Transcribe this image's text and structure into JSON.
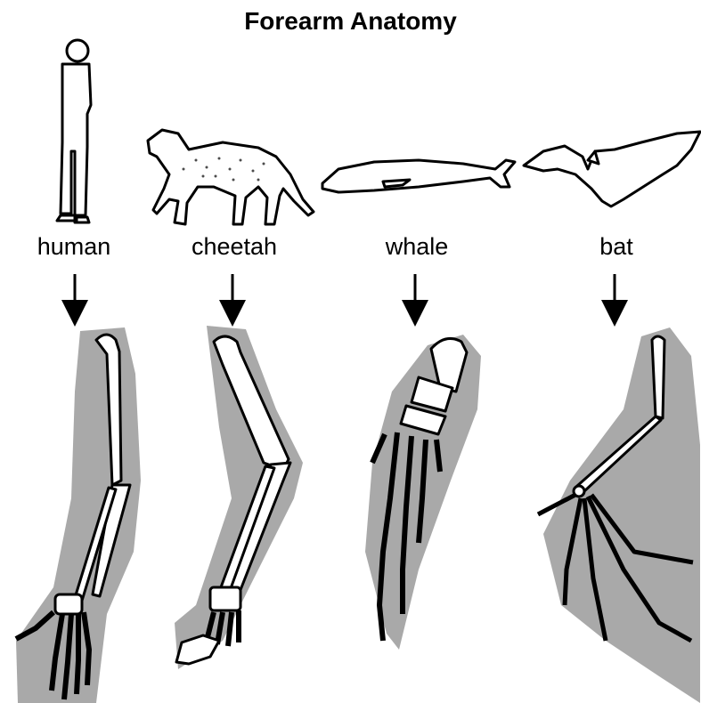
{
  "title": "Forearm Anatomy",
  "animals": [
    {
      "id": "human",
      "label": "human"
    },
    {
      "id": "cheetah",
      "label": "cheetah"
    },
    {
      "id": "whale",
      "label": "whale"
    },
    {
      "id": "bat",
      "label": "bat"
    }
  ],
  "colors": {
    "bone_fill": "#ffffff",
    "outline": "#000000",
    "limb_shadow": "#a9a9a9"
  },
  "icons": [
    "human-figure-icon",
    "cheetah-icon",
    "whale-icon",
    "bat-icon",
    "down-arrow-icon"
  ]
}
